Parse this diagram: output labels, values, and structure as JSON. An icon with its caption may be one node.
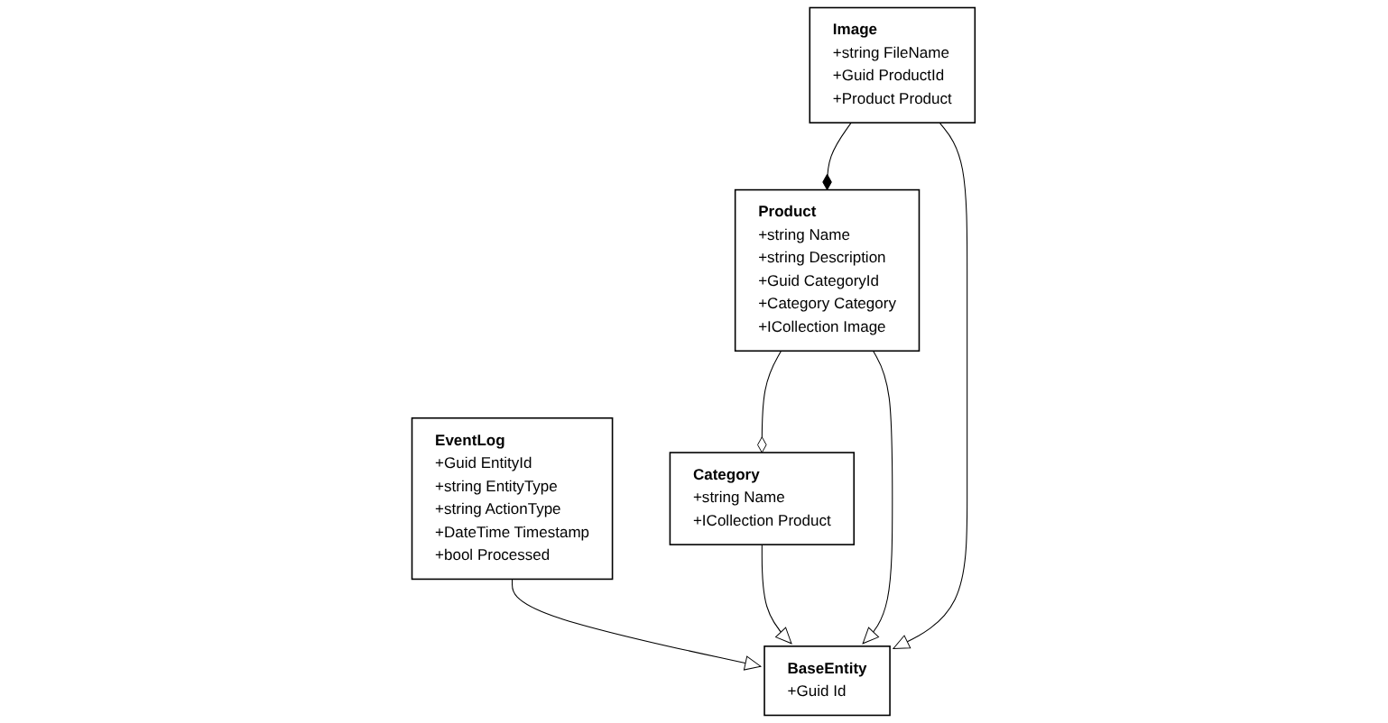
{
  "diagram": {
    "nodes": [
      {
        "text": [
          "EventLog",
          "+Guid EntityId",
          "+string EntityType",
          "+string ActionType",
          "+DateTime Timestamp",
          "+bool Processed"
        ]
      },
      {
        "text": [
          "BaseEntity",
          "+Guid Id"
        ]
      },
      {
        "text": [
          "Category",
          "+string Name",
          "+ICollection Product"
        ]
      },
      {
        "text": [
          "Product",
          "+string Name",
          "+string Description",
          "+Guid CategoryId",
          "+Category Category",
          "+ICollection Image"
        ]
      },
      {
        "text": [
          "Image",
          "+string FileName",
          "+Guid ProductId",
          "+Product Product"
        ]
      }
    ],
    "edges": [
      {
        "from": 0,
        "to": 1,
        "arrow": "to"
      },
      {
        "from": 2,
        "to": 1,
        "arrow": "to"
      },
      {
        "from": 3,
        "to": 1,
        "arrow": "to"
      },
      {
        "from": 4,
        "to": 1,
        "arrow": "to"
      },
      {
        "from": 3,
        "to": 2,
        "arrow": "other"
      },
      {
        "from": 4,
        "to": 3,
        "arrow": "other"
      }
    ]
  }
}
